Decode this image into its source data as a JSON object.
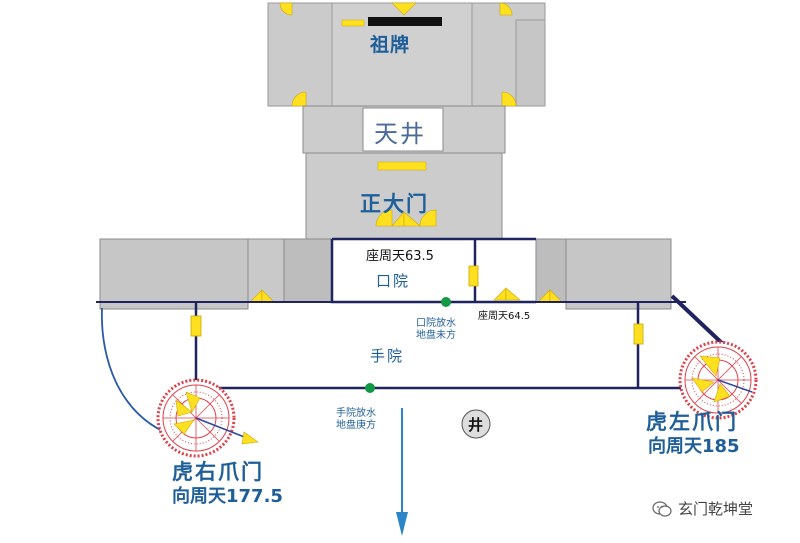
{
  "labels": {
    "ancestral_tablet": "祖牌",
    "courtyard": "天井",
    "main_gate": "正大门",
    "main_gate_bearing": "座周天63.5",
    "kou_yard": "口院",
    "kou_yard_water": "口院放水",
    "kou_yard_water_2": "地盘未方",
    "kou_yard_bearing": "座周天64.5",
    "shou_yard": "手院",
    "shou_yard_water": "手院放水",
    "shou_yard_water_2": "地盘庚方",
    "well": "井",
    "right_gate_title": "虎右爪门",
    "right_gate_bearing": "向周天177.5",
    "left_gate_title": "虎左爪门",
    "left_gate_bearing": "向周天185",
    "watermark": "玄门乾坤堂"
  },
  "colors": {
    "wall": "#cccccc",
    "wall_dark": "#b3b3b3",
    "outline": "#8a8a8a",
    "line": "#1f2460",
    "door_yellow": "#ffe020",
    "text_blue": "#1e5f99",
    "green_dot": "#119944",
    "compass_red": "#e0404a",
    "arrow_blue": "#2a86c6"
  },
  "icons": {
    "well_badge": "circle-badge",
    "watermark_icon": "wechat-icon"
  }
}
